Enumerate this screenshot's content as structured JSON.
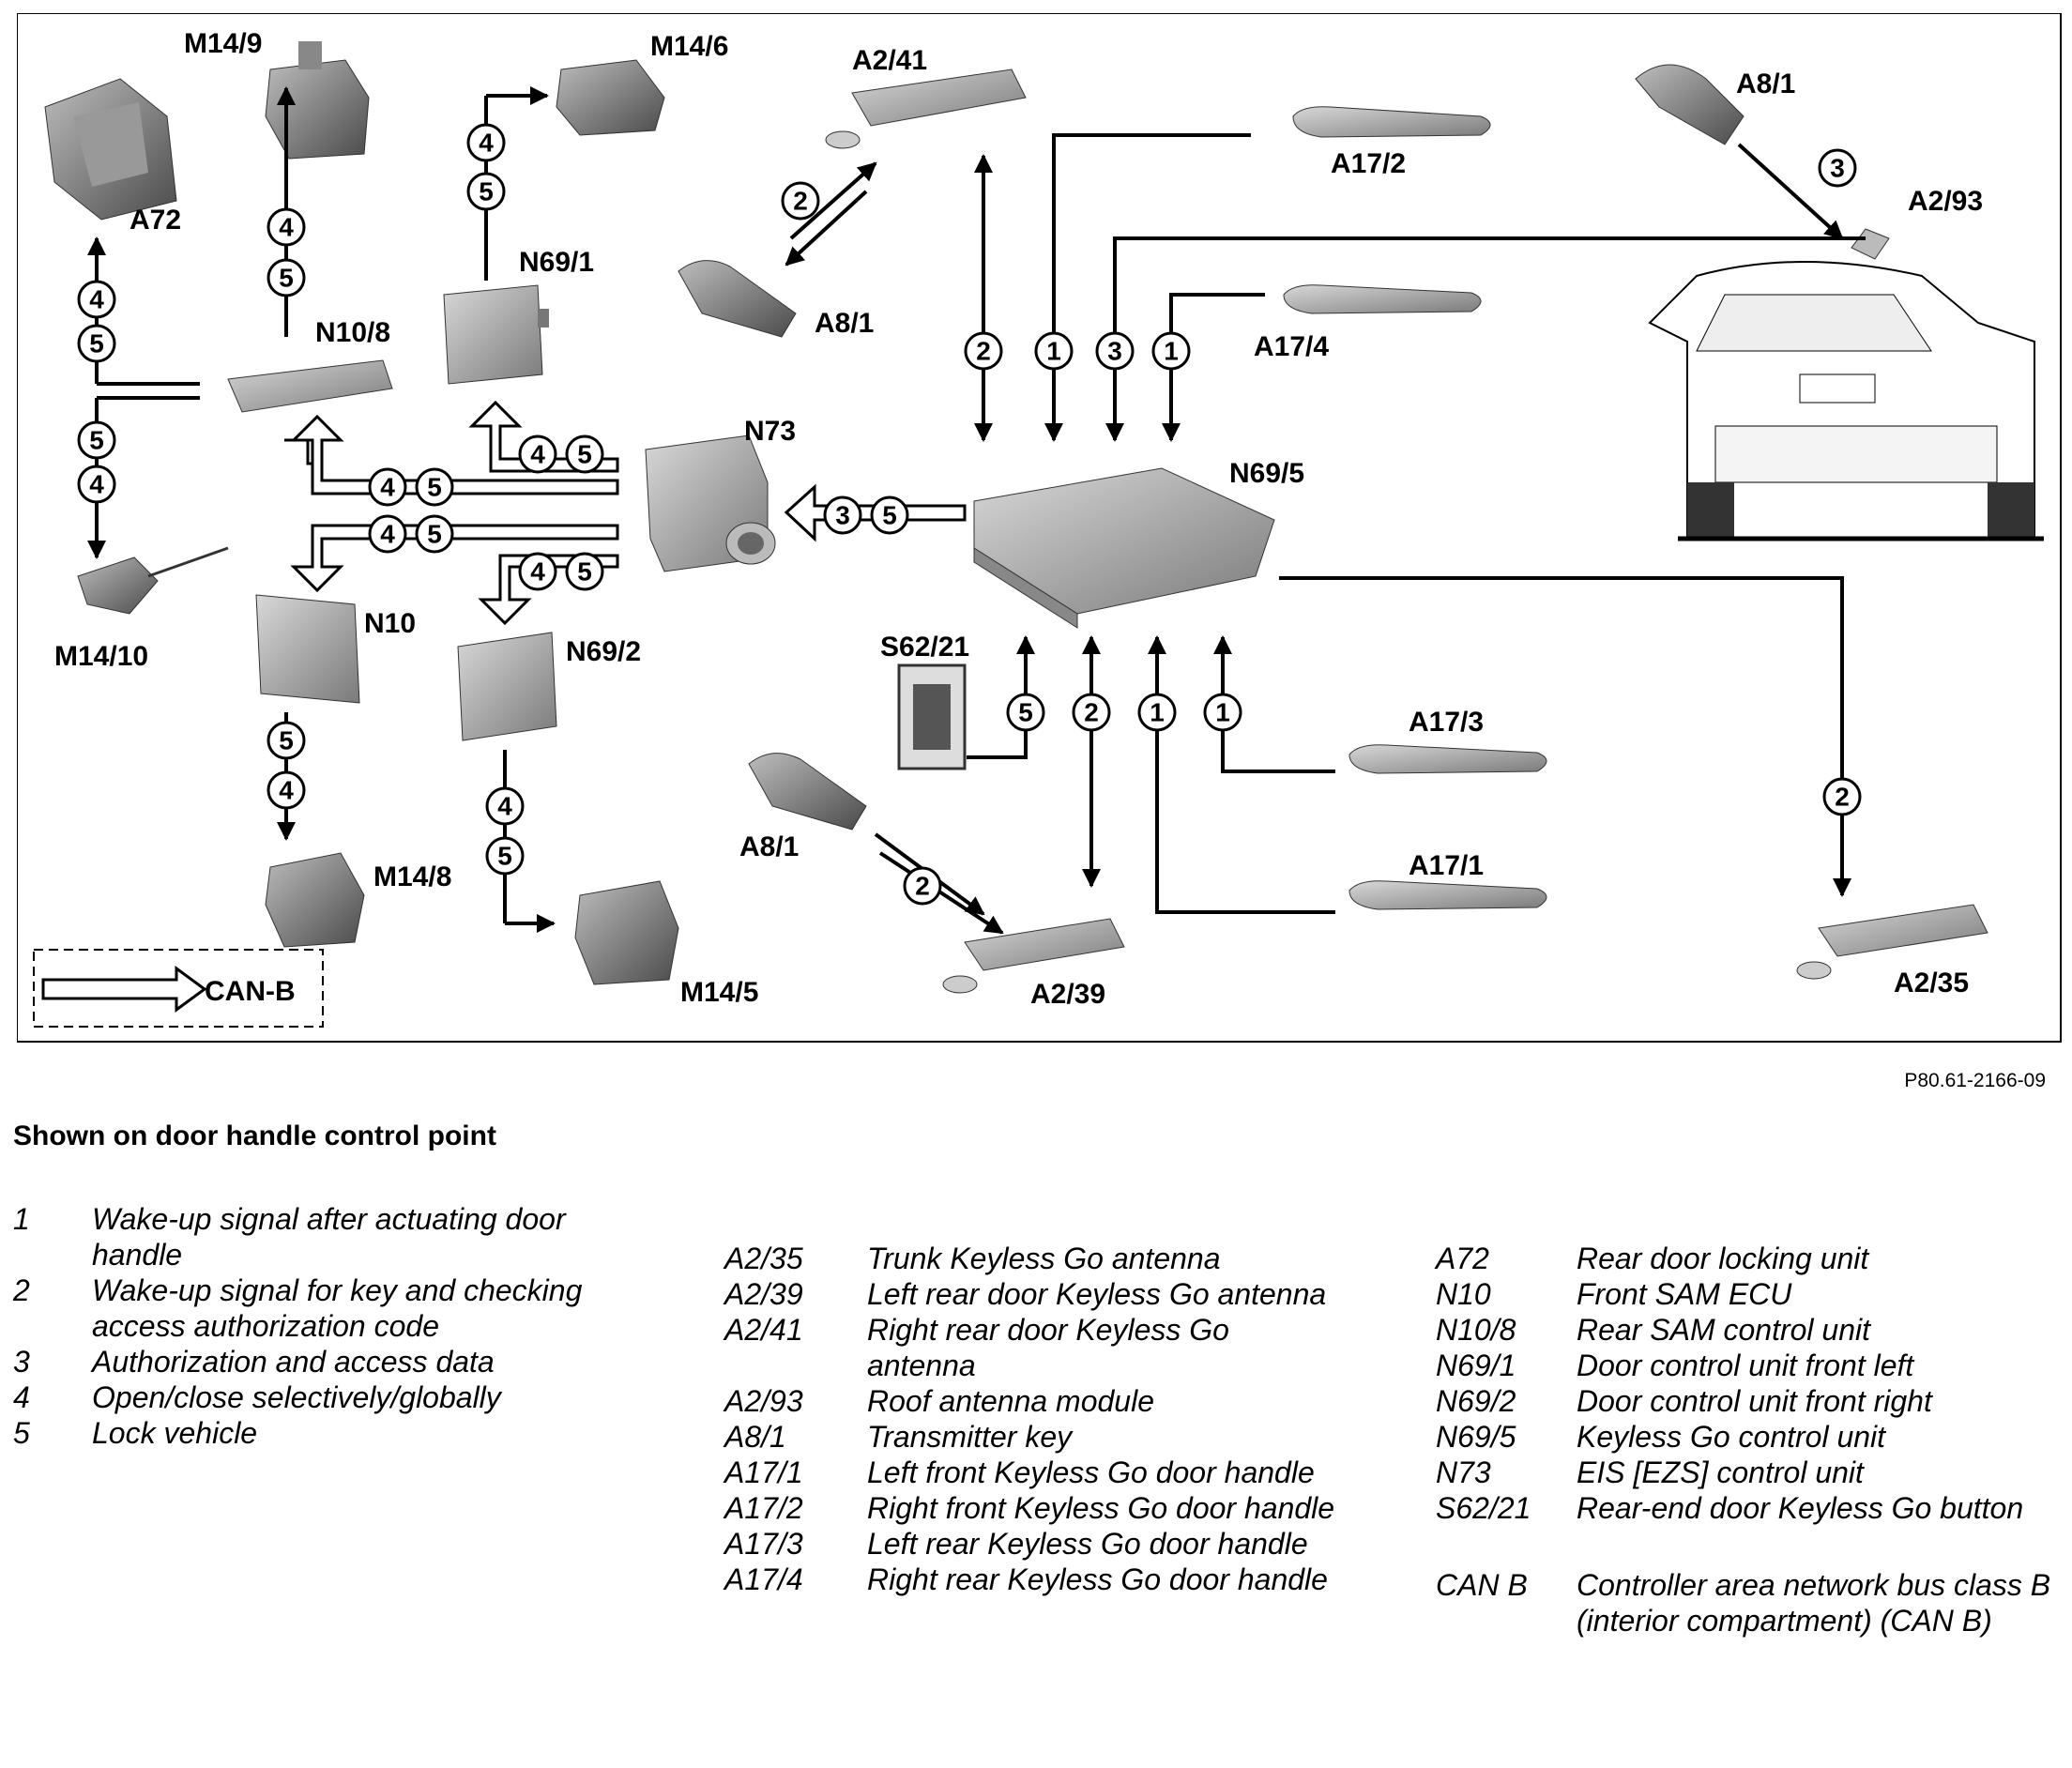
{
  "diagram": {
    "components": {
      "m14_9": "M14/9",
      "m14_6": "M14/6",
      "a2_41": "A2/41",
      "a8_1_top": "A8/1",
      "a17_2": "A17/2",
      "a2_93": "A2/93",
      "a72": "A72",
      "n69_1": "N69/1",
      "a8_1_mid": "A8/1",
      "n10_8": "N10/8",
      "a17_4": "A17/4",
      "n73": "N73",
      "n69_5": "N69/5",
      "m14_10": "M14/10",
      "n10": "N10",
      "n69_2": "N69/2",
      "s62_21": "S62/21",
      "a17_3": "A17/3",
      "a8_1_low": "A8/1",
      "a17_1": "A17/1",
      "m14_8": "M14/8",
      "m14_5": "M14/5",
      "a2_39": "A2/39",
      "a2_35": "A2/35"
    },
    "can_legend": "CAN-B",
    "figure_ref": "P80.61-2166-09"
  },
  "subtitle": "Shown on door handle control point",
  "signals": [
    {
      "code": "1",
      "desc": "Wake-up signal after actuating door handle"
    },
    {
      "code": "2",
      "desc": "Wake-up signal for key and checking access authorization code"
    },
    {
      "code": "3",
      "desc": "Authorization and access data"
    },
    {
      "code": "4",
      "desc": "Open/close selectively/globally"
    },
    {
      "code": "5",
      "desc": "Lock vehicle"
    }
  ],
  "legend_mid": [
    {
      "code": "A2/35",
      "desc": "Trunk Keyless Go antenna"
    },
    {
      "code": "A2/39",
      "desc": "Left rear door Keyless Go antenna"
    },
    {
      "code": "A2/41",
      "desc": "Right rear door Keyless Go antenna"
    },
    {
      "code": "A2/93",
      "desc": "Roof antenna module"
    },
    {
      "code": "A8/1",
      "desc": "Transmitter key"
    },
    {
      "code": "A17/1",
      "desc": "Left front Keyless Go door handle"
    },
    {
      "code": "A17/2",
      "desc": "Right front Keyless Go door handle"
    },
    {
      "code": "A17/3",
      "desc": "Left rear Keyless Go door handle"
    },
    {
      "code": "A17/4",
      "desc": "Right rear Keyless Go door handle"
    }
  ],
  "legend_right": [
    {
      "code": "A72",
      "desc": "Rear door locking unit"
    },
    {
      "code": "N10",
      "desc": "Front SAM ECU"
    },
    {
      "code": "N10/8",
      "desc": "Rear SAM control unit"
    },
    {
      "code": "N69/1",
      "desc": "Door control unit front left"
    },
    {
      "code": "N69/2",
      "desc": "Door control unit front right"
    },
    {
      "code": "N69/5",
      "desc": "Keyless Go control unit"
    },
    {
      "code": "N73",
      "desc": "EIS [EZS] control unit"
    },
    {
      "code": "S62/21",
      "desc": "Rear-end door Keyless Go button"
    }
  ],
  "legend_can": {
    "code": "CAN B",
    "desc": "Controller area network bus class B (interior compartment) (CAN B)"
  }
}
